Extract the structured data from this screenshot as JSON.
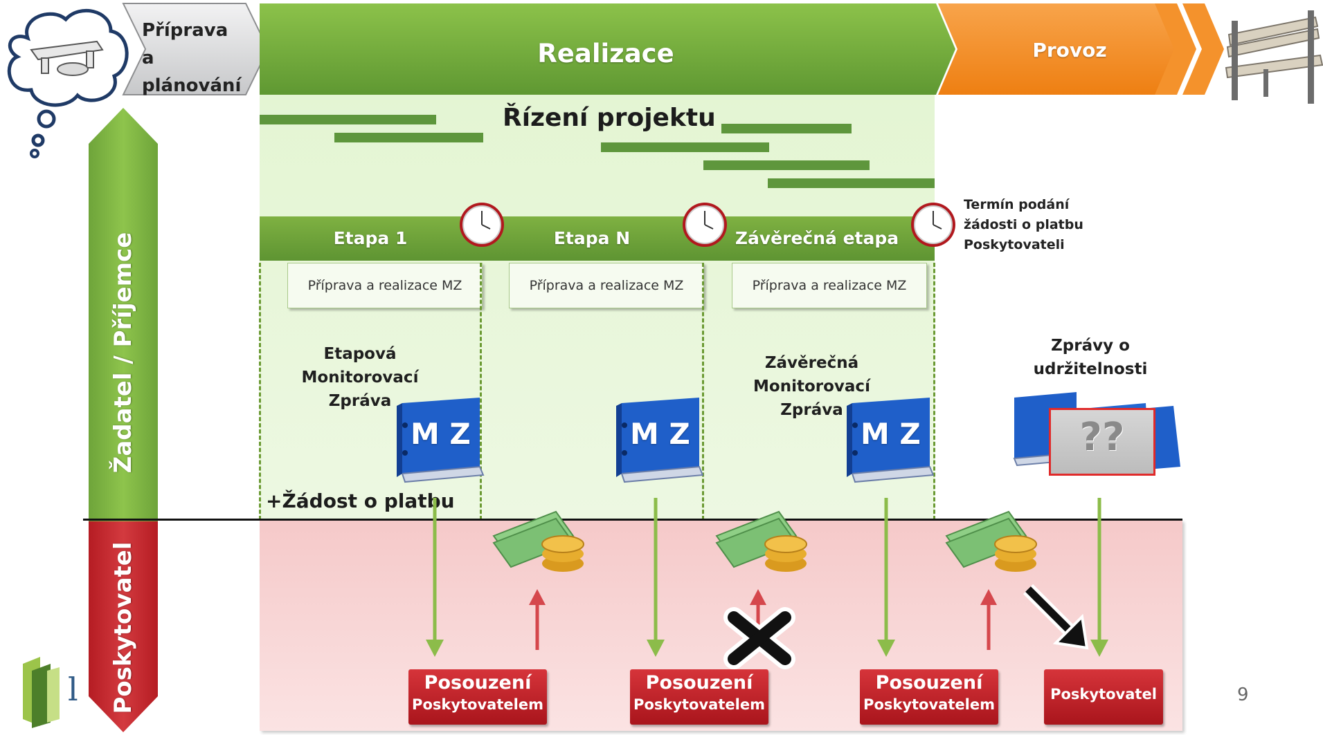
{
  "phases": {
    "preparation": "Příprava a plánování",
    "realization": "Realizace",
    "operation": "Provoz"
  },
  "management": {
    "title": "Řízení projektu"
  },
  "stages": [
    {
      "label": "Etapa 1",
      "task": "Příprava a realizace MZ"
    },
    {
      "label": "Etapa N",
      "task": "Příprava a realizace MZ"
    },
    {
      "label": "Závěrečná etapa",
      "task": "Příprava a realizace MZ"
    }
  ],
  "deadline_note": {
    "line1": "Termín podání",
    "line2": "žádosti o platbu",
    "line3": "Poskytovateli"
  },
  "roles": {
    "applicant": "Žadatel / Příjemce",
    "provider": "Poskytovatel"
  },
  "reports": {
    "stage_report": {
      "line1": "Etapová",
      "line2": "Monitorovací",
      "line3": "Zpráva"
    },
    "final_report": {
      "line1": "Závěrečná",
      "line2": "Monitorovací",
      "line3": "Zpráva"
    },
    "sustainability": {
      "line1": "Zprávy o",
      "line2": "udržitelnosti"
    },
    "binder_label": "M Z",
    "unknown_label": "??"
  },
  "payment_request": "+Žádost o platbu",
  "assessments": [
    {
      "line1": "Posouzení",
      "line2": "Poskytovatelem"
    },
    {
      "line1": "Posouzení",
      "line2": "Poskytovatelem"
    },
    {
      "line1": "Posouzení",
      "line2": "Poskytovatelem"
    },
    {
      "line1": "Poskytovatel",
      "line2": ""
    }
  ],
  "page_number": "9",
  "logo_text": "l",
  "colors": {
    "green_dark": "#6a9c3a",
    "green_light": "#e6f6d6",
    "orange": "#f28a1e",
    "red": "#c8242b",
    "pink": "#f8d6d6",
    "gray_arrow": "#cfd0d2"
  }
}
